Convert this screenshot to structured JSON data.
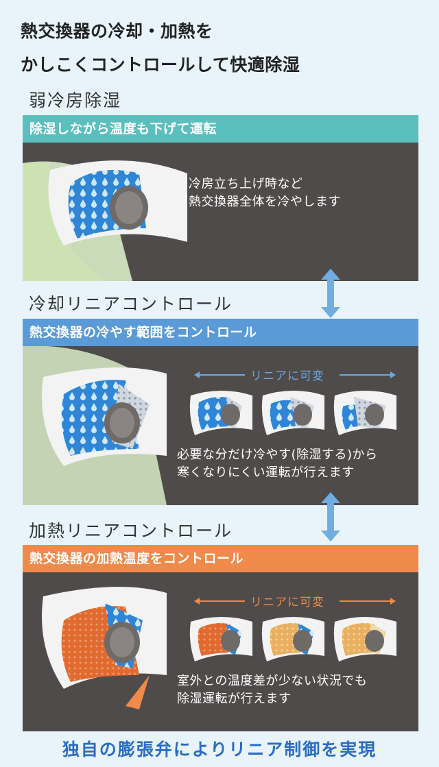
{
  "headline": {
    "line1": "熱交換器の冷却・加熱を",
    "line2": "かしこくコントロールして快適除湿"
  },
  "sections": [
    {
      "title": "弱冷房除湿",
      "banner": "除湿しながら温度も下げて運転",
      "banner_color": "#5bbfbd",
      "text_line1": "冷房立ち上げ時など",
      "text_line2": "熱交換器全体を冷やします"
    },
    {
      "title": "冷却リニアコントロール",
      "banner": "熱交換器の冷やす範囲をコントロール",
      "banner_color": "#5a9ad6",
      "variable_label": "リニアに可変",
      "label_color": "#6fa8e0",
      "text_line1": "必要な分だけ冷やす(除湿する)から",
      "text_line2": "寒くなりにくい運転が行えます"
    },
    {
      "title": "加熱リニアコントロール",
      "banner": "熱交換器の加熱温度をコントロール",
      "banner_color": "#ef8a4a",
      "variable_label": "リニアに可変",
      "label_color": "#ef8a4a",
      "text_line1": "室外との温度差が少ない状況でも",
      "text_line2": "除湿運転が行えます"
    }
  ],
  "connector_color": "#6eaee0",
  "footer": "独自の膨張弁によりリニア制御を実現"
}
